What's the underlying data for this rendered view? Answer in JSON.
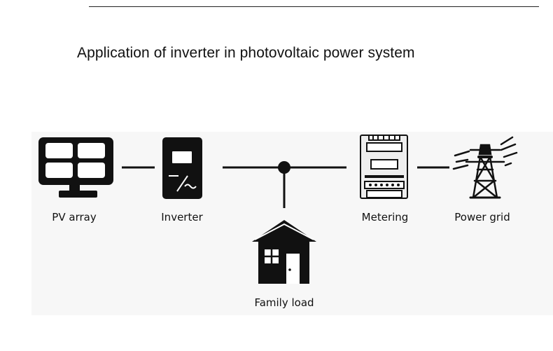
{
  "title": "Application of inverter in photovoltaic power system",
  "nodes": {
    "pv_array": "PV array",
    "inverter": "Inverter",
    "metering": "Metering",
    "power_grid": "Power grid",
    "family_load": "Family load"
  },
  "colors": {
    "ink": "#111111",
    "diagram_background": "#f7f7f7",
    "meter_body": "#f0f0f0"
  }
}
